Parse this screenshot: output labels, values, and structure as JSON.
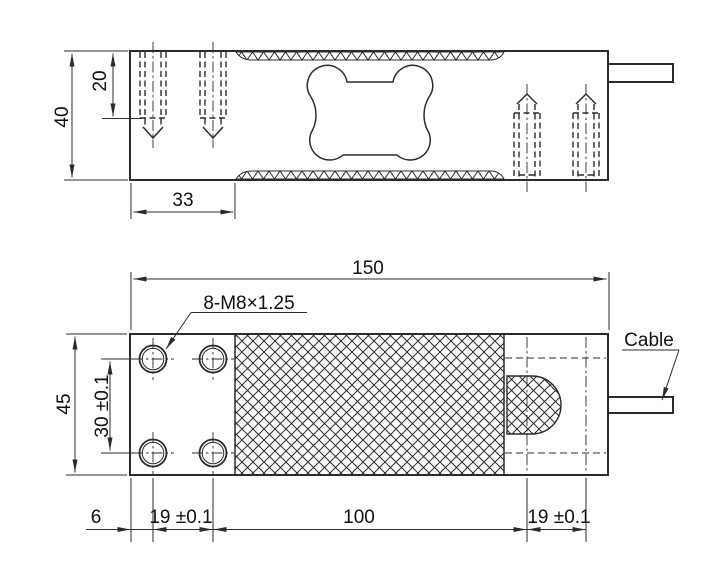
{
  "side": {
    "dim_height": "40",
    "dim_thread_depth": "20",
    "dim_hole_offset": "33"
  },
  "plan": {
    "dim_length": "150",
    "thread_callout": "8-M8×1.25",
    "dim_width": "45",
    "dim_row_spacing": "30 ±0.1",
    "dim_edge": "6",
    "dim_pitch_left": "19 ±0.1",
    "dim_center_span": "100",
    "dim_pitch_right": "19 ±0.1",
    "cable_label": "Cable"
  },
  "colors": {
    "line": "#2b2b2b",
    "text": "#101010",
    "background": "#ffffff"
  }
}
